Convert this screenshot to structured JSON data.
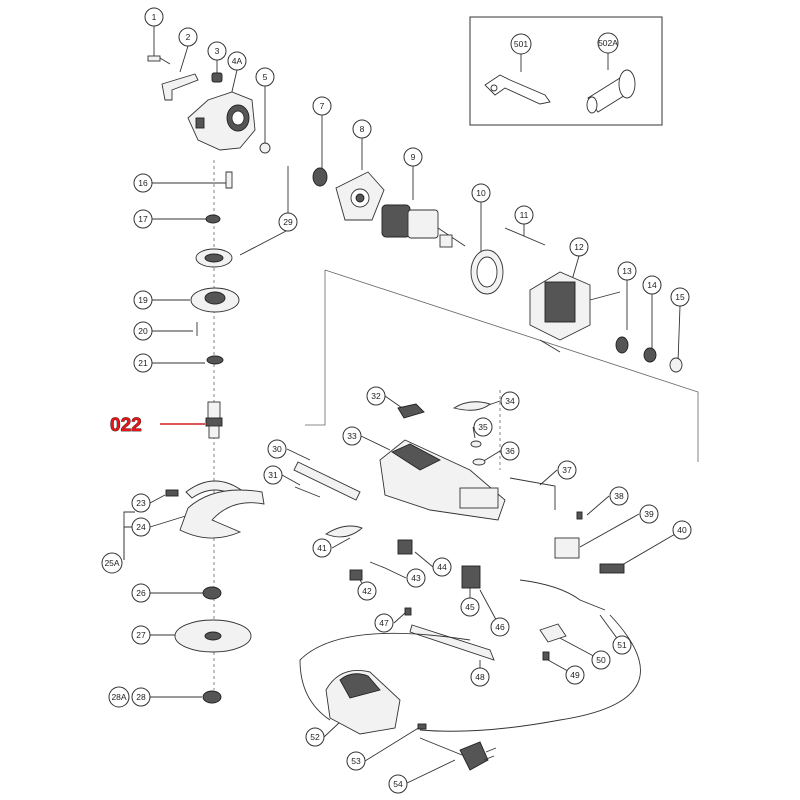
{
  "highlight": {
    "label": "022",
    "color": "#e8141a"
  },
  "callouts": [
    "1",
    "2",
    "3",
    "4A",
    "5",
    "7",
    "8",
    "9",
    "10",
    "11",
    "12",
    "13",
    "14",
    "15",
    "16",
    "17",
    "19",
    "20",
    "21",
    "23",
    "24",
    "25A",
    "26",
    "27",
    "28A",
    "28",
    "29",
    "30",
    "31",
    "32",
    "33",
    "34",
    "35",
    "36",
    "37",
    "38",
    "39",
    "40",
    "41",
    "42",
    "43",
    "44",
    "45",
    "46",
    "47",
    "48",
    "49",
    "50",
    "51",
    "52",
    "53",
    "54",
    "501",
    "502A"
  ]
}
